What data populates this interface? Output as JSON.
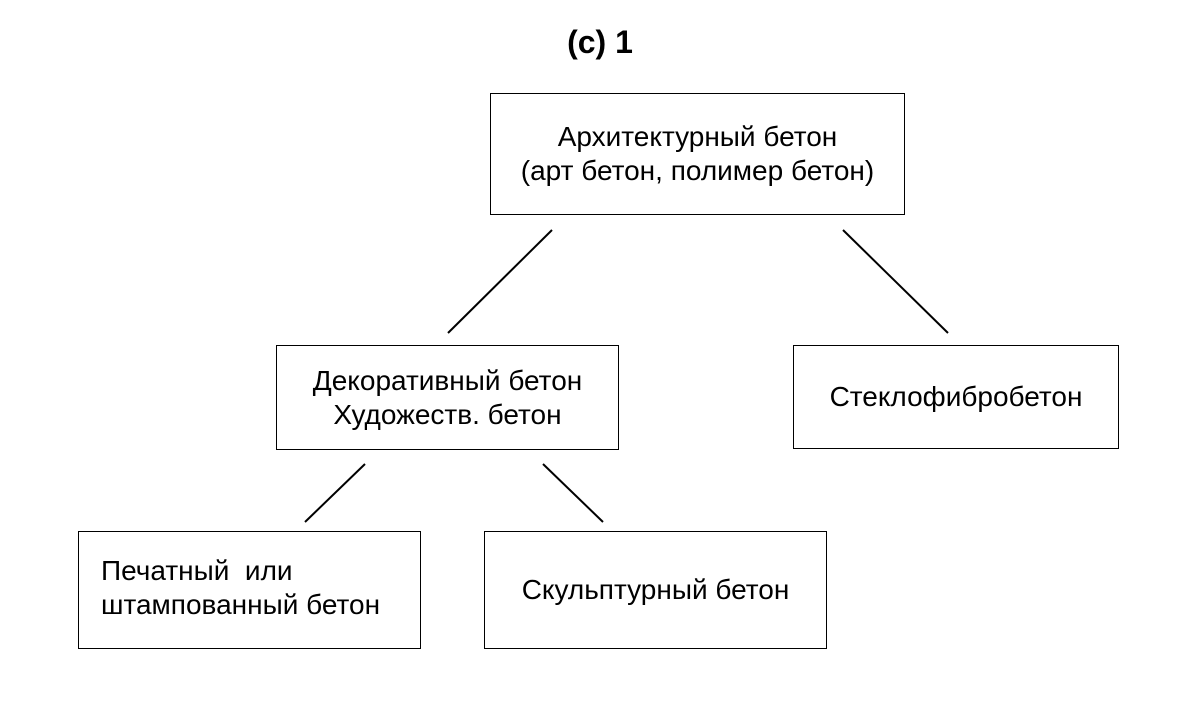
{
  "diagram": {
    "title": "(c) 1",
    "nodes": {
      "root": {
        "lines": [
          "Архитектурный бетон",
          "(арт бетон, полимер бетон)"
        ]
      },
      "decorative": {
        "lines": [
          "Декоративный бетон",
          "Художеств. бетон"
        ]
      },
      "glass_fiber": {
        "lines": [
          "Стеклофибробетон"
        ]
      },
      "printed": {
        "lines": [
          "Печатный  или",
          "штампованный бетон"
        ]
      },
      "sculptural": {
        "lines": [
          "Скульптурный бетон"
        ]
      }
    },
    "edges": [
      {
        "from": "root",
        "to": "decorative"
      },
      {
        "from": "root",
        "to": "glass_fiber"
      },
      {
        "from": "decorative",
        "to": "printed"
      },
      {
        "from": "decorative",
        "to": "sculptural"
      }
    ],
    "colors": {
      "stroke": "#000000",
      "background": "#ffffff",
      "text": "#000000"
    }
  }
}
